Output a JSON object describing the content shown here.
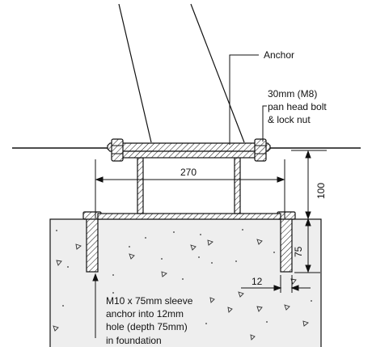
{
  "labels": {
    "anchor": "Anchor",
    "bolt_line1": "30mm (M8)",
    "bolt_line2": "pan head bolt",
    "bolt_line3": "& lock nut",
    "sleeve_line1": "M10 x 75mm sleeve",
    "sleeve_line2": "anchor into 12mm",
    "sleeve_line3": "hole (depth 75mm)",
    "sleeve_line4": "in foundation"
  },
  "dimensions": {
    "width": "270",
    "height": "100",
    "depth": "75",
    "hole": "12"
  },
  "colors": {
    "line": "#111111",
    "concrete": "#eeeeee",
    "steel_fill": "#ffffff"
  }
}
